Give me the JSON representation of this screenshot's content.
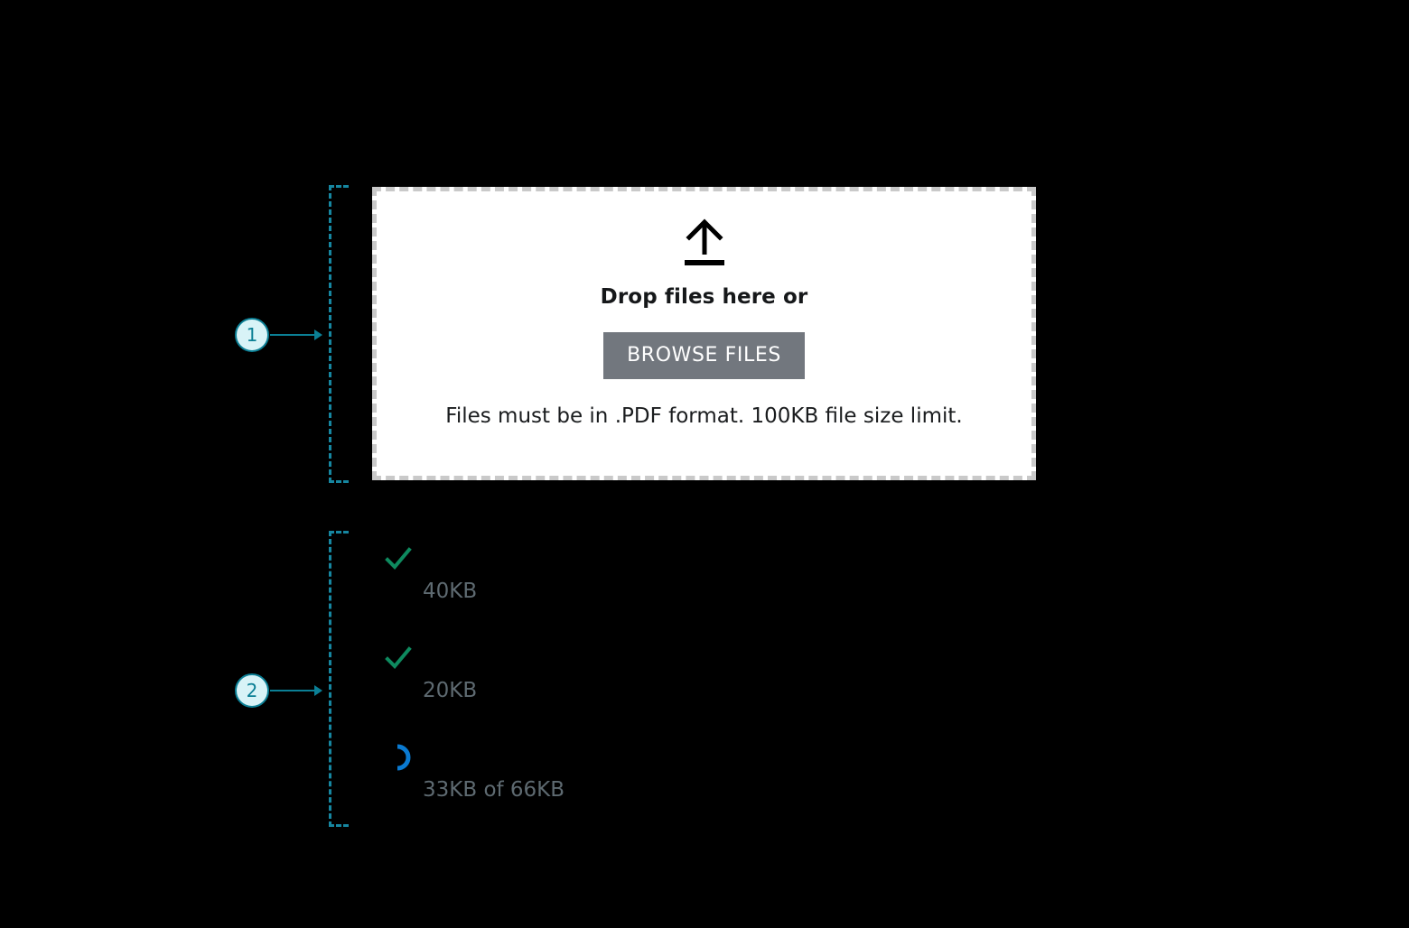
{
  "annotations": [
    {
      "number": "1",
      "target": "upload-dropzone"
    },
    {
      "number": "2",
      "target": "uploaded-file-list"
    }
  ],
  "colors": {
    "annotation": "#0b7f95",
    "annotation_fill": "#d8f3f7",
    "bracket": "#1686a0",
    "dropzone_border": "#c9c9c9",
    "dropzone_background": "#ffffff",
    "button_background": "#72777e",
    "button_text": "#ffffff",
    "success": "#0e8a5f",
    "spinner": "#0a7ad1",
    "meta_text": "#5e6a71",
    "page_background": "#000000"
  },
  "dropzone": {
    "icon": "upload-arrow-icon",
    "title": "Drop files here or",
    "browse_label": "BROWSE FILES",
    "help_text": "Files must be in .PDF format. 100KB file size limit."
  },
  "file_list": {
    "items": [
      {
        "status": "complete",
        "status_icon": "check-icon",
        "name": "",
        "size": "40KB"
      },
      {
        "status": "complete",
        "status_icon": "check-icon",
        "name": "",
        "size": "20KB"
      },
      {
        "status": "uploading",
        "status_icon": "spinner-icon",
        "name": "",
        "size": "33KB of 66KB"
      }
    ]
  }
}
